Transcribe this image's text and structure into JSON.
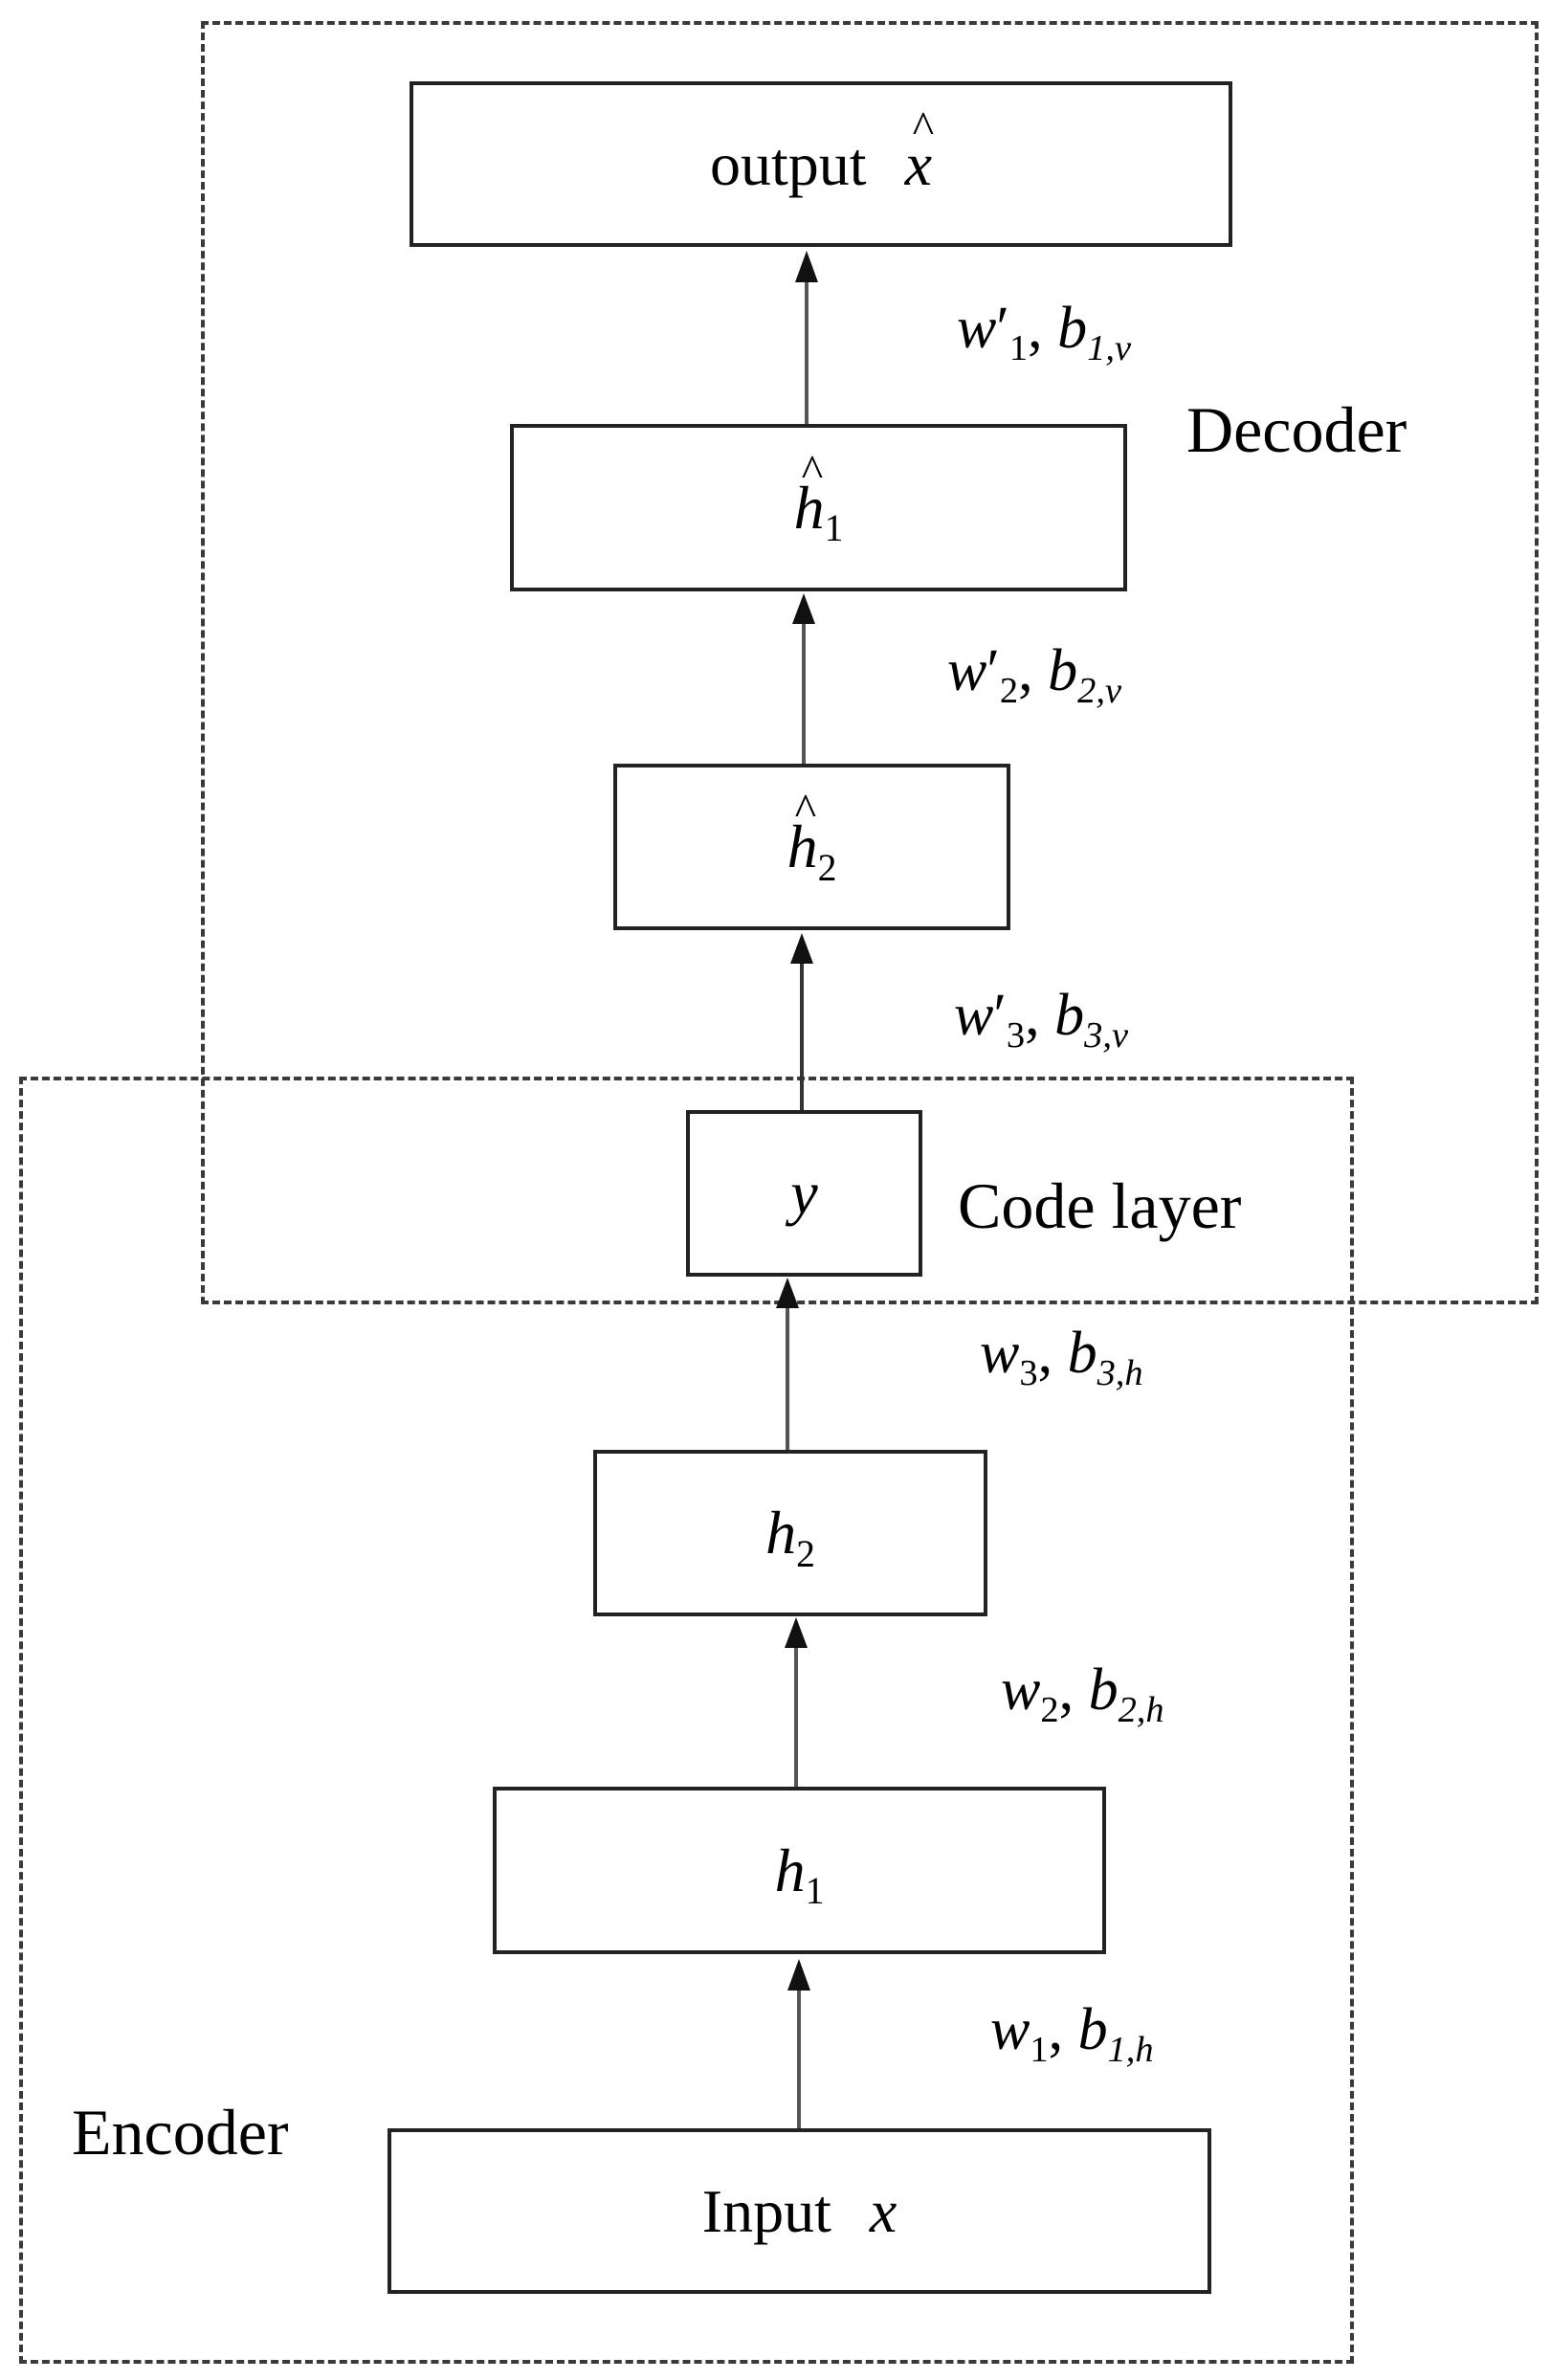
{
  "regions": {
    "decoder_label": "Decoder",
    "code_label": "Code layer",
    "encoder_label": "Encoder"
  },
  "nodes": {
    "output_word": "output",
    "output_var": "x",
    "output_hat": "^",
    "h1hat_var": "h",
    "h1hat_sub": "1",
    "h1hat_hat": "^",
    "h2hat_var": "h",
    "h2hat_sub": "2",
    "h2hat_hat": "^",
    "code_var": "y",
    "h2_var": "h",
    "h2_sub": "2",
    "h1_var": "h",
    "h1_sub": "1",
    "input_word": "Input",
    "input_var": "x"
  },
  "edges": [
    {
      "w": "w",
      "w_sub": "1",
      "prime": "′",
      "b": "b",
      "b_sub": "1,v"
    },
    {
      "w": "w",
      "w_sub": "2",
      "prime": "′",
      "b": "b",
      "b_sub": "2,v"
    },
    {
      "w": "w",
      "w_sub": "3",
      "prime": "′",
      "b": "b",
      "b_sub": "3,v"
    },
    {
      "w": "w",
      "w_sub": "3",
      "prime": "",
      "b": "b",
      "b_sub": "3,h"
    },
    {
      "w": "w",
      "w_sub": "2",
      "prime": "",
      "b": "b",
      "b_sub": "2,h"
    },
    {
      "w": "w",
      "w_sub": "1",
      "prime": "",
      "b": "b",
      "b_sub": "1,h"
    }
  ],
  "colors": {
    "line": "#222222",
    "dash": "#3a3a3a",
    "background": "#ffffff"
  }
}
